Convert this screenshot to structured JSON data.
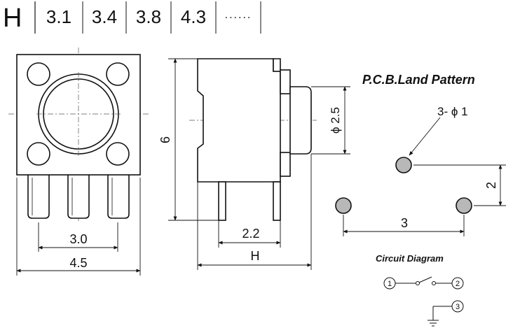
{
  "height_table": {
    "symbol": "H",
    "values": [
      "3.1",
      "3.4",
      "3.8",
      "4.3"
    ],
    "more": "......"
  },
  "top_view": {
    "dim_pin_pitch": "3.0",
    "dim_body_width": "4.5"
  },
  "side_view": {
    "dim_height": "6",
    "dim_actuator_dia": "ϕ 2.5",
    "dim_pin_offset": "2.2",
    "dim_total_height": "H"
  },
  "pcb": {
    "title": "P.C.B.Land Pattern",
    "hole_callout": "3- ϕ 1",
    "dim_vertical": "2",
    "dim_horizontal": "3"
  },
  "circuit": {
    "title": "Circuit Diagram",
    "pin1": "1",
    "pin2": "2",
    "pin3": "3"
  }
}
